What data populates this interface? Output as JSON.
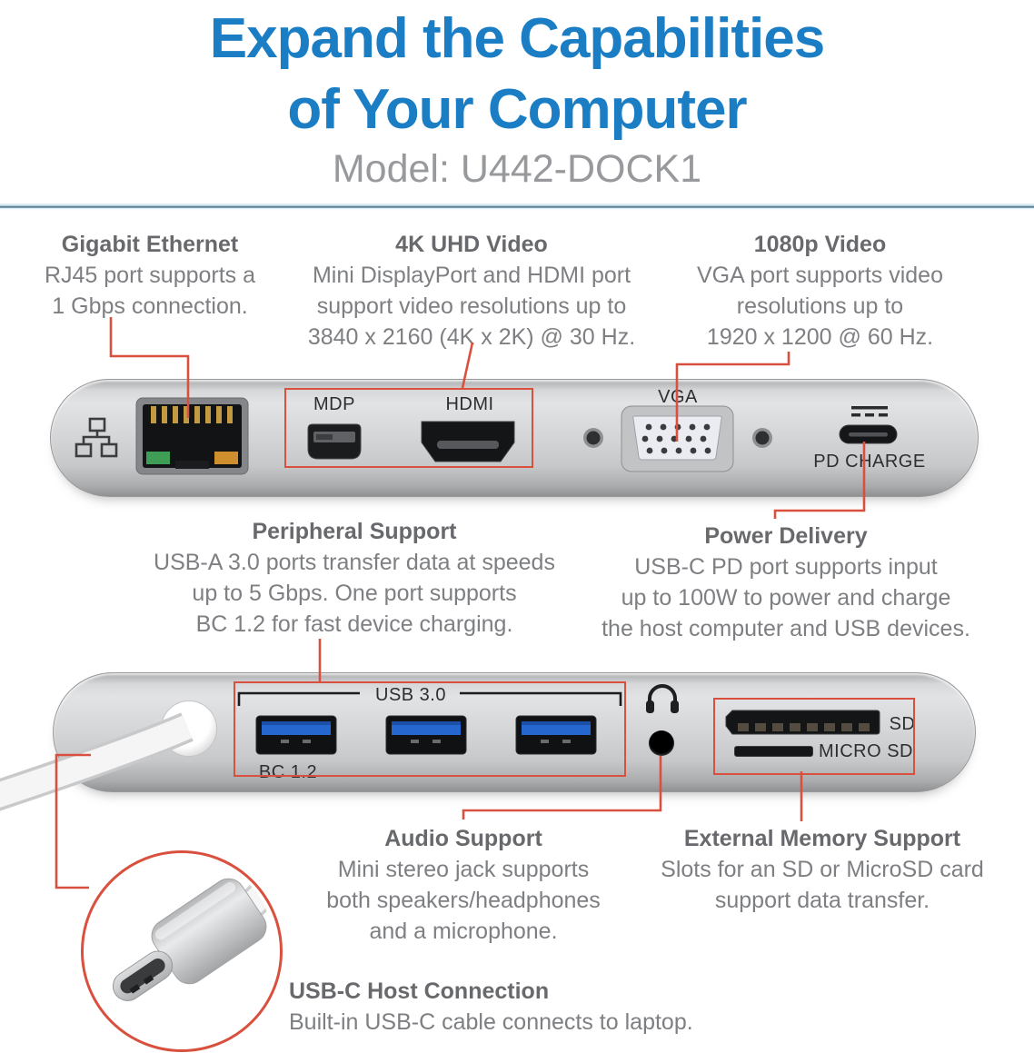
{
  "colors": {
    "title-blue": "#1b7ec5",
    "callout-red": "#d9513e",
    "heading-gray": "#68696c",
    "body-gray": "#7d7f82",
    "divider-teal": "#5d8494"
  },
  "header": {
    "title_line1": "Expand the Capabilities",
    "title_line2": "of Your Computer",
    "model": "Model: U442-DOCK1"
  },
  "features": {
    "gigabit_ethernet": {
      "heading": "Gigabit Ethernet",
      "lines": [
        "RJ45 port supports a",
        "1 Gbps connection."
      ]
    },
    "uhd_4k_video": {
      "heading": "4K UHD Video",
      "lines": [
        "Mini DisplayPort and HDMI port",
        "support video resolutions up to",
        "3840 x 2160 (4K x 2K) @ 30 Hz."
      ]
    },
    "video_1080p": {
      "heading": "1080p Video",
      "lines": [
        "VGA port supports video",
        "resolutions up to",
        "1920 x 1200 @ 60 Hz."
      ]
    },
    "peripheral_support": {
      "heading": "Peripheral Support",
      "lines": [
        "USB-A 3.0 ports transfer data at speeds",
        "up to 5 Gbps. One port supports",
        "BC 1.2 for fast device charging."
      ]
    },
    "power_delivery": {
      "heading": "Power Delivery",
      "lines": [
        "USB-C PD port supports input",
        "up to 100W to power and charge",
        "the host computer and USB devices."
      ]
    },
    "audio_support": {
      "heading": "Audio Support",
      "lines": [
        "Mini stereo jack supports",
        "both speakers/headphones",
        "and a microphone."
      ]
    },
    "external_memory": {
      "heading": "External Memory Support",
      "lines": [
        "Slots for an SD or MicroSD card",
        "support data transfer."
      ]
    },
    "usbc_host": {
      "heading": "USB-C Host Connection",
      "lines": [
        "Built-in USB-C cable connects to laptop."
      ]
    }
  },
  "dock_top": {
    "labels": {
      "mdp": "MDP",
      "hdmi": "HDMI",
      "vga": "VGA",
      "pd_charge": "PD CHARGE"
    }
  },
  "dock_bottom": {
    "labels": {
      "usb3": "USB 3.0",
      "bc12": "BC 1.2",
      "sd": "SD",
      "micro_sd": "MICRO SD"
    }
  }
}
